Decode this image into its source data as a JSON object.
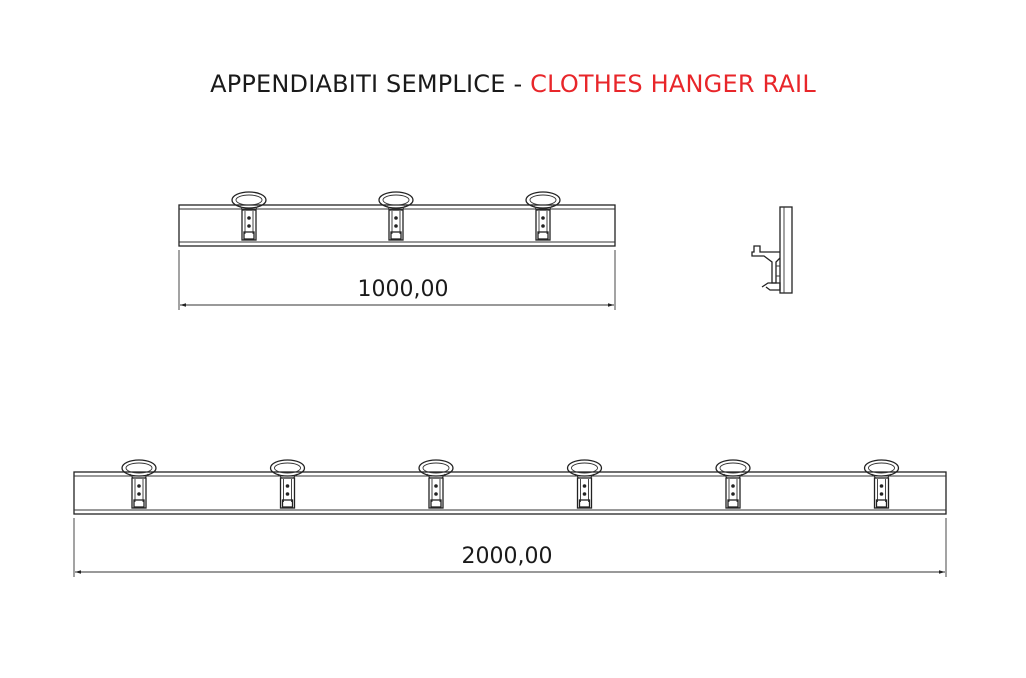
{
  "title": {
    "part_it": "APPENDIABITI SEMPLICE",
    "separator": " - ",
    "part_en": "CLOTHES HANGER RAIL"
  },
  "colors": {
    "accent": "#e8262a",
    "line": "#222222",
    "background": "#ffffff"
  },
  "views": {
    "short_rail": {
      "dimension": "1000,00",
      "hooks": 3
    },
    "long_rail": {
      "dimension": "2000,00",
      "hooks": 6
    }
  }
}
